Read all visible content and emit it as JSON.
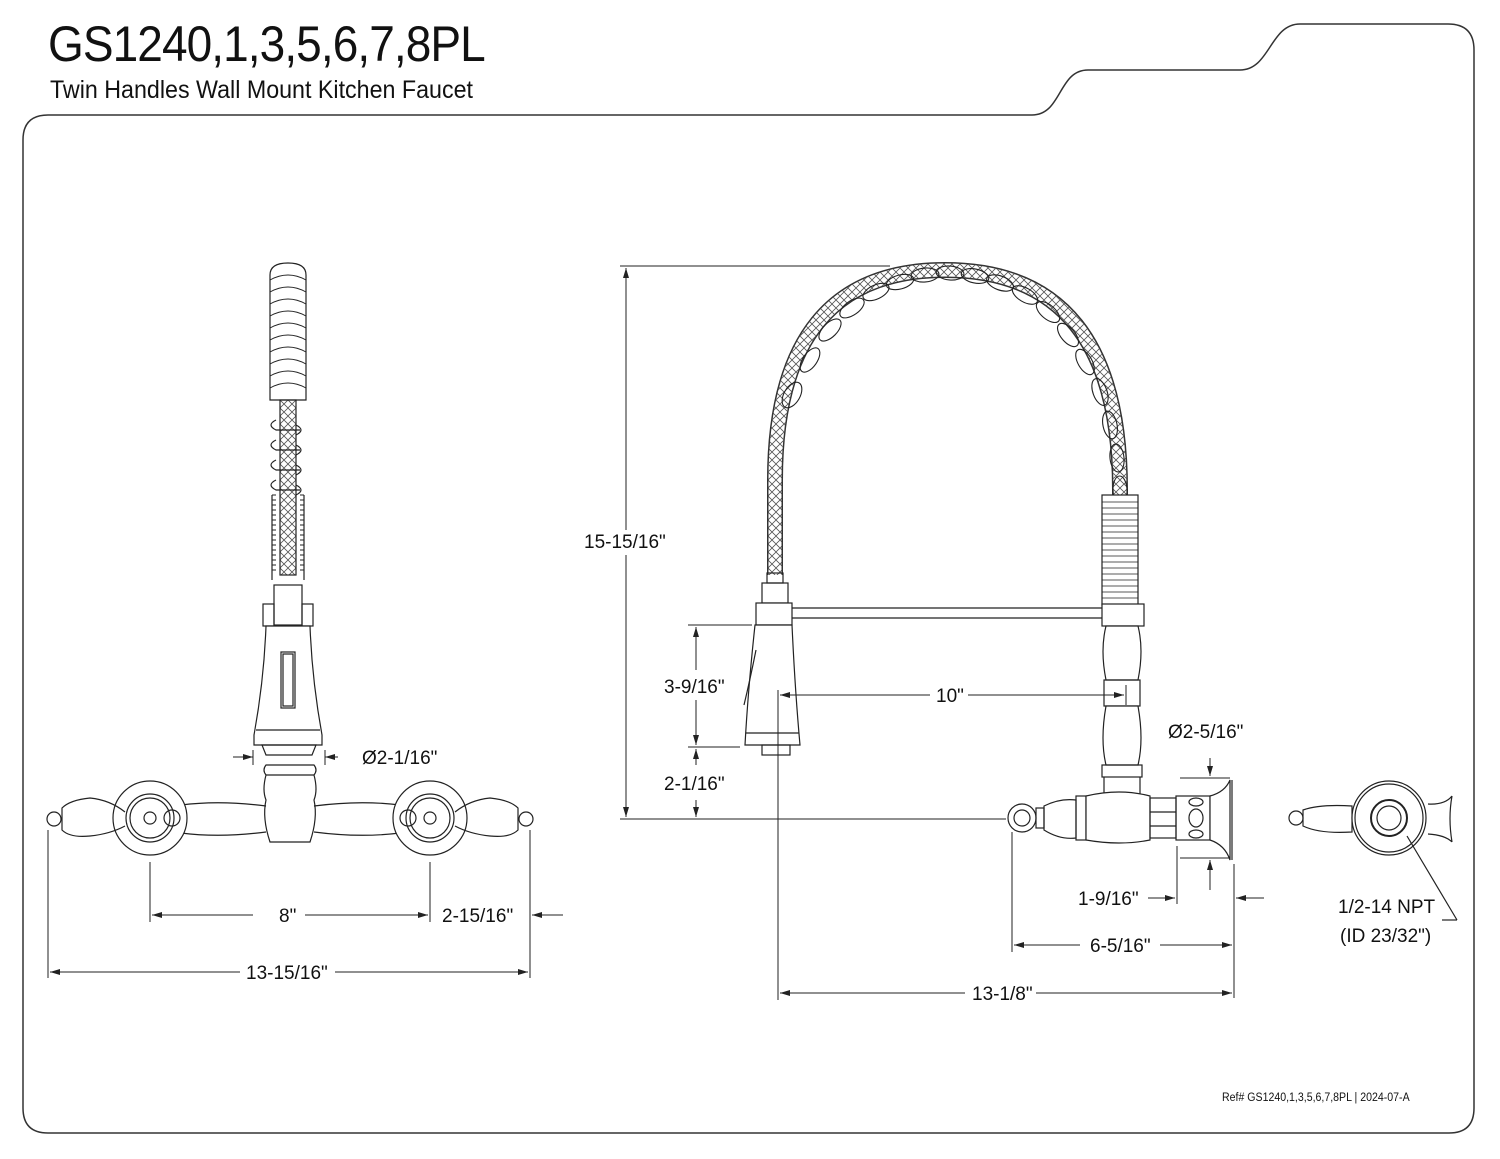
{
  "header": {
    "title": "GS1240,1,3,5,6,7,8PL",
    "subtitle": "Twin Handles Wall Mount Kitchen Faucet"
  },
  "front_view": {
    "dimensions": {
      "sprayer_diameter": "Ø2-1/16\"",
      "center_spacing": "8\"",
      "handle_overhang": "2-15/16\"",
      "overall_width": "13-15/16\""
    }
  },
  "side_view": {
    "dimensions": {
      "overall_height": "15-15/16\"",
      "sprayer_height": "3-9/16\"",
      "sprayer_clearance": "2-1/16\"",
      "spout_reach": "10\"",
      "flange_diameter": "Ø2-5/16\"",
      "flange_depth": "1-9/16\"",
      "body_projection": "6-5/16\"",
      "overall_projection": "13-1/8\""
    }
  },
  "detail_view": {
    "connection_label": "1/2-14 NPT",
    "connection_id": "(ID 23/32\")"
  },
  "footer": {
    "reference": "Ref# GS1240,1,3,5,6,7,8PL | 2024-07-A"
  },
  "colors": {
    "line": "#222222",
    "background": "#ffffff"
  }
}
